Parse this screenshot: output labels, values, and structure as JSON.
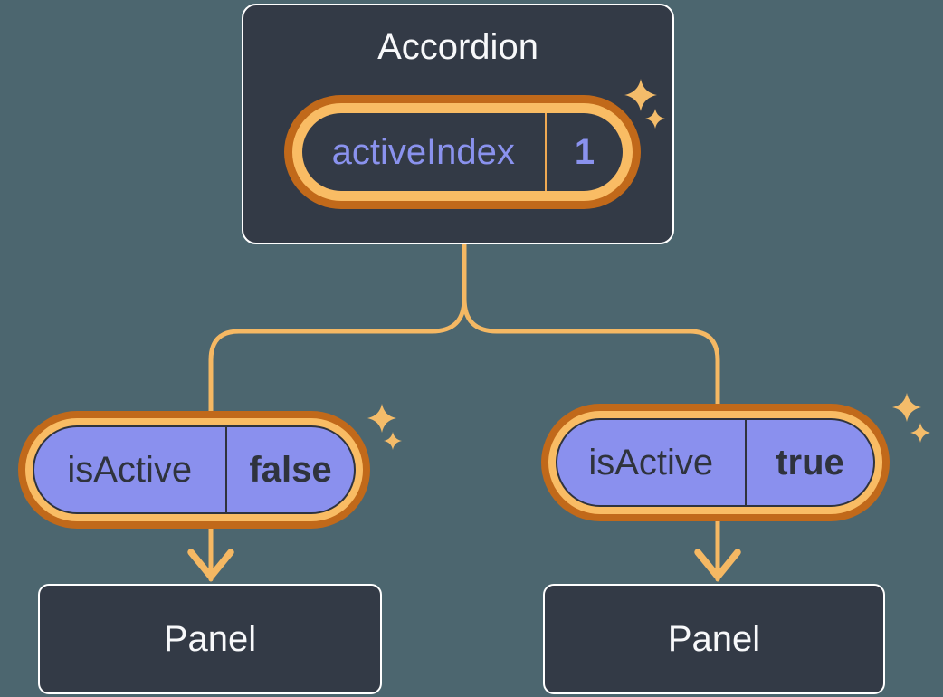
{
  "colors": {
    "bg": "#4C666F",
    "surface": "#333A46",
    "orange_dark": "#C1691A",
    "orange_light": "#F9BC64",
    "connector": "#F5B863",
    "sparkle": "#F4BC6A",
    "purple": "#8A90EE",
    "periwinkle": "#8A92EE",
    "ink_dark": "#2F333D",
    "text_light": "#F7F8FA",
    "divider_state": "#EFA953"
  },
  "root_component": {
    "title": "Accordion",
    "state_pill": {
      "label": "activeIndex",
      "value": "1"
    }
  },
  "children": [
    {
      "prop_pill": {
        "label": "isActive",
        "value": "false"
      },
      "panel_title": "Panel"
    },
    {
      "prop_pill": {
        "label": "isActive",
        "value": "true"
      },
      "panel_title": "Panel"
    }
  ]
}
